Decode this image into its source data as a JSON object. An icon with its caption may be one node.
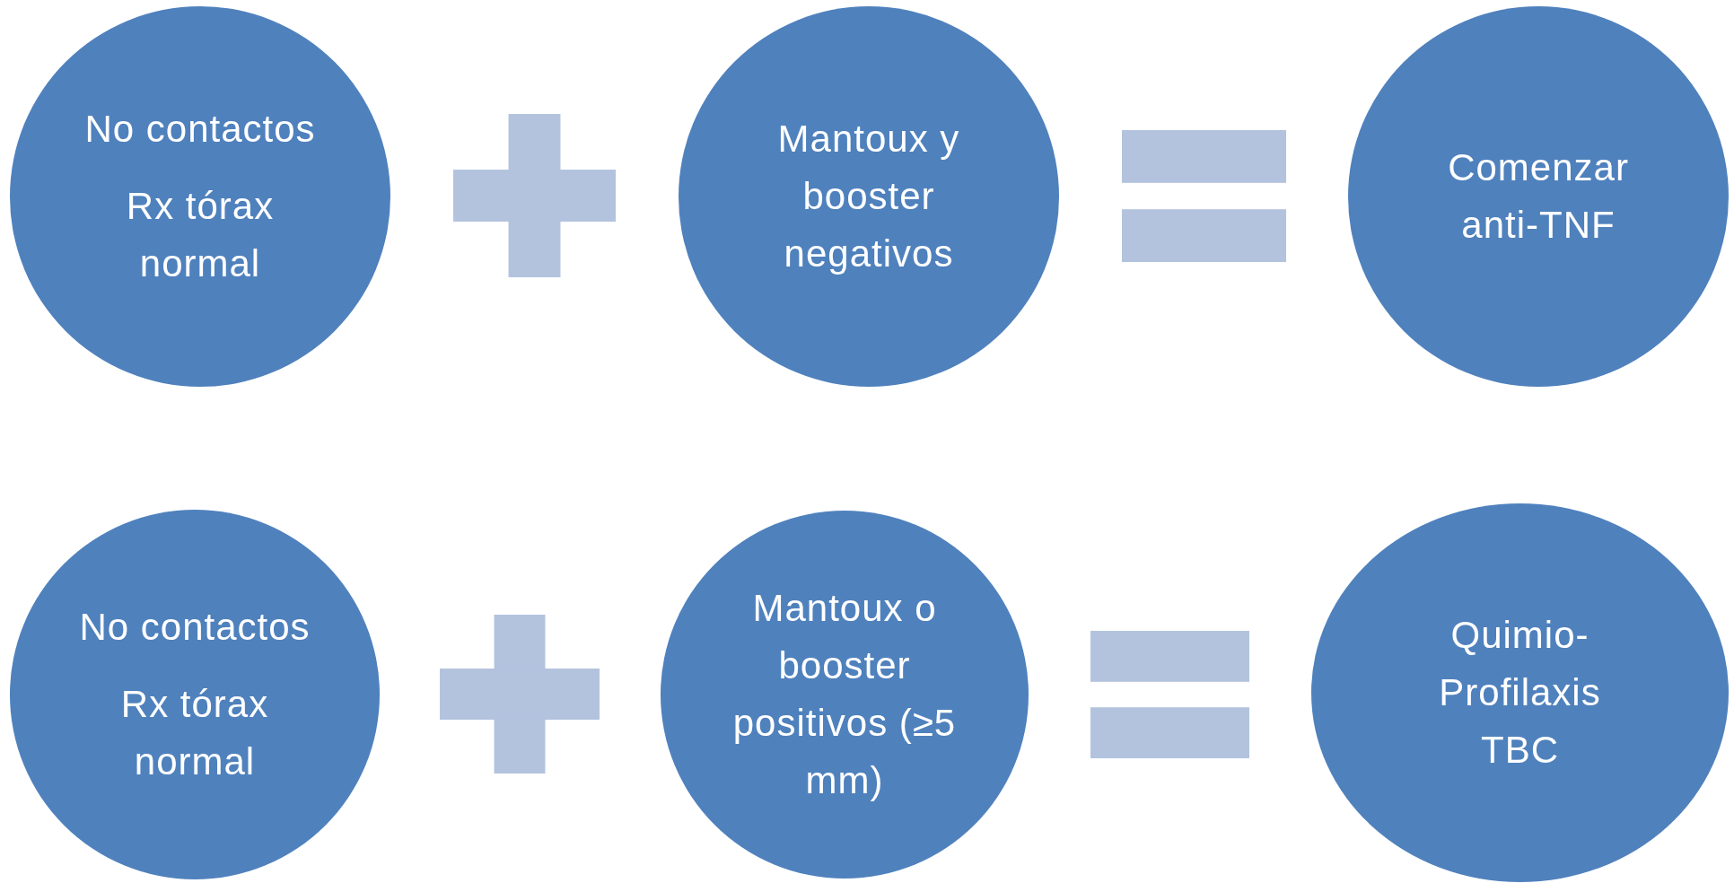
{
  "diagram": {
    "nodes": [
      {
        "text": [
          "No contactos",
          "Rx tórax normal"
        ]
      },
      {
        "text": [],
        "shape": "plus"
      },
      {
        "text": [
          "Mantoux y booster negativos"
        ]
      },
      {
        "text": [],
        "shape": "equals"
      },
      {
        "text": [
          "Comenzar anti-TNF"
        ]
      },
      {
        "text": [
          "No contactos",
          "Rx tórax normal"
        ]
      },
      {
        "text": [],
        "shape": "plus"
      },
      {
        "text": [
          "Mantoux o booster positivos (≥5 mm)"
        ]
      },
      {
        "text": [],
        "shape": "equals"
      },
      {
        "text": [
          "Quimio- Profilaxis TBC"
        ]
      }
    ]
  }
}
